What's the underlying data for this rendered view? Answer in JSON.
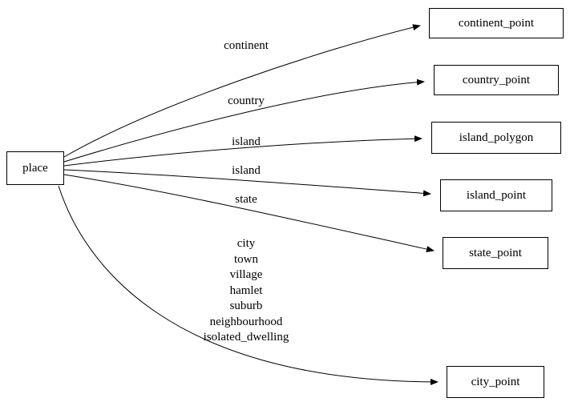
{
  "diagram": {
    "title": "place node mapping diagram",
    "colors": {
      "background": "#ffffff",
      "node_border": "#000000",
      "edge_stroke": "#000000",
      "text": "#000000"
    },
    "source": {
      "label": "place"
    },
    "targets": [
      {
        "label": "continent_point",
        "edge_label": "continent"
      },
      {
        "label": "country_point",
        "edge_label": "country"
      },
      {
        "label": "island_polygon",
        "edge_label": "island"
      },
      {
        "label": "island_point",
        "edge_label": "island"
      },
      {
        "label": "state_point",
        "edge_label": "state"
      },
      {
        "label": "city_point",
        "edge_label_lines": [
          "city",
          "town",
          "village",
          "hamlet",
          "suburb",
          "neighbourhood",
          "isolated_dwelling"
        ]
      }
    ]
  }
}
